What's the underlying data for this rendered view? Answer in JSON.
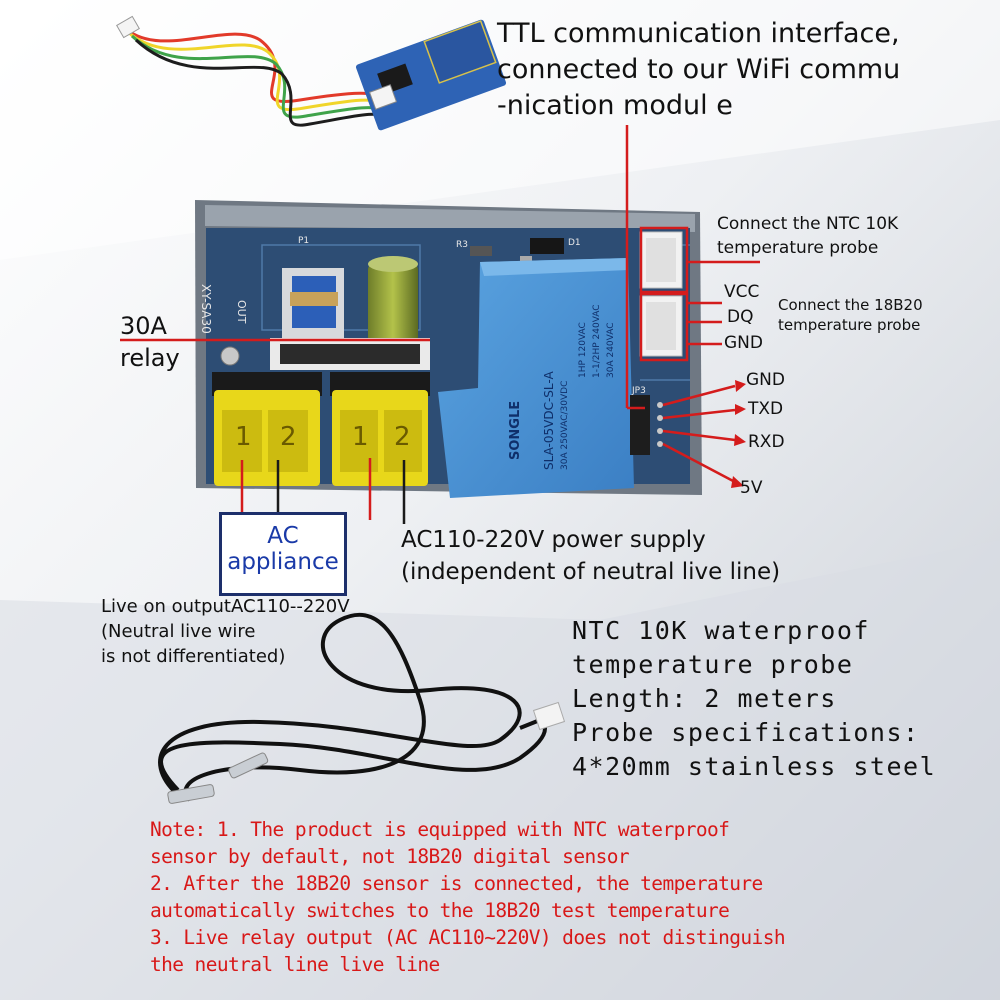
{
  "ttl": {
    "line1": "TTL communication interface,",
    "line2": "connected to our WiFi commu",
    "line3": "-nication modul e"
  },
  "board": {
    "model": "XY-SA30",
    "out": "OUT",
    "p1": "P1",
    "r3": "R3",
    "d1": "D1",
    "jp3": "JP3",
    "relay_brand": "SONGLE",
    "relay_model": "SLA-05VDC-SL-A",
    "relay_spec1": "30A 250VAC/30VDC",
    "relay_spec2": "1HP 120VAC",
    "relay_spec3": "1-1/2HP 240VAC",
    "relay_spec4": "30A 240VAC",
    "terminal_1": "1",
    "terminal_2": "2"
  },
  "labels": {
    "relay_line1": "30A",
    "relay_line2": "relay",
    "ntc_line1": "Connect the NTC 10K",
    "ntc_line2": "temperature probe",
    "vcc": "VCC",
    "dq": "DQ",
    "gnd1": "GND",
    "ds18b20_line1": "Connect the 18B20",
    "ds18b20_line2": "temperature probe",
    "gnd2": "GND",
    "txd": "TXD",
    "rxd": "RXD",
    "v5": "5V",
    "ac_line1": "AC",
    "ac_line2": "appliance",
    "power_line1": "AC110-220V power supply",
    "power_line2": "(independent of neutral live line)",
    "live_line1": "Live on outputAC110--220V",
    "live_line2": "(Neutral live wire",
    "live_line3": "is not differentiated)"
  },
  "probe": {
    "line1": "NTC 10K waterproof",
    "line2": "temperature probe",
    "line3": "Length: 2 meters",
    "line4": "Probe specifications:",
    "line5": "4*20mm stainless steel"
  },
  "notes": {
    "line1": "Note: 1. The product is equipped with NTC waterproof",
    "line2": "sensor by default, not 18B20 digital sensor",
    "line3": "2. After the 18B20 sensor is connected, the temperature",
    "line4": " automatically switches to the 18B20 test temperature",
    "line5": "3. Live relay output (AC AC110~220V) does not distinguish",
    "line6": "the neutral line live line"
  },
  "colors": {
    "pcb": "#2d4d74",
    "relay": "#4a8fd0",
    "terminal": "#e8d71a",
    "pointer": "#d41c1c",
    "note": "#d81818"
  }
}
